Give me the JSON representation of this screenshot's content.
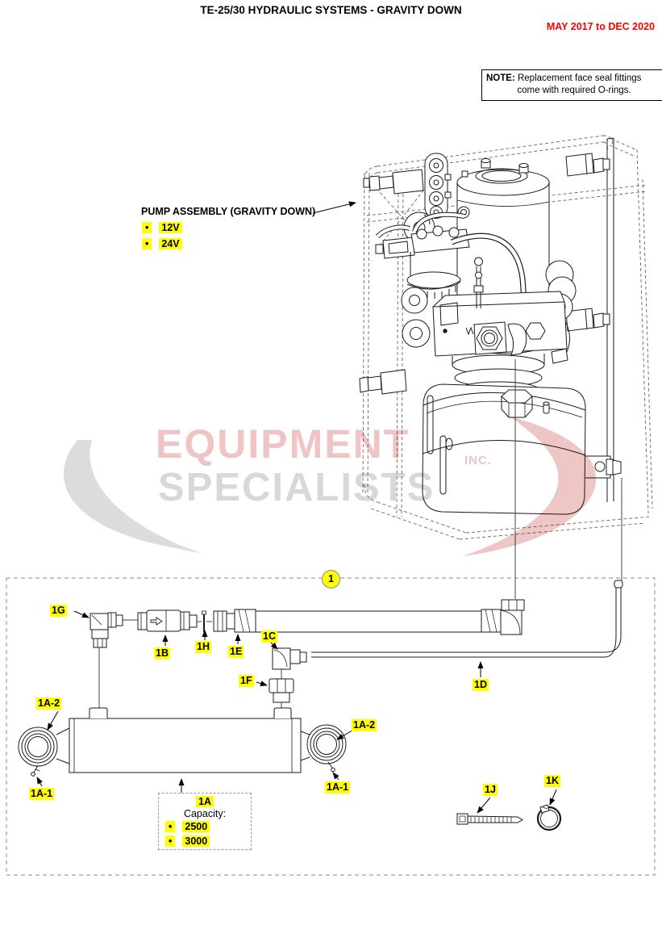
{
  "header": {
    "title": "TE-25/30 HYDRAULIC SYSTEMS - GRAVITY DOWN",
    "date_range": "MAY 2017 to DEC 2020"
  },
  "note": {
    "label": "NOTE:",
    "line1": "Replacement face seal fittings",
    "line2": "come with required O-rings."
  },
  "pump_callout": {
    "title": "PUMP ASSEMBLY (GRAVITY DOWN)",
    "bullet": "•",
    "options": [
      "12V",
      "24V"
    ]
  },
  "watermark": {
    "word1": "EQUIPMENT",
    "word2": "SPECIALISTS",
    "suffix": "INC."
  },
  "assembly_group": {
    "badge": "1"
  },
  "part_labels": {
    "g": "1G",
    "b": "1B",
    "h": "1H",
    "e": "1E",
    "c": "1C",
    "f": "1F",
    "d": "1D",
    "a2_left": "1A-2",
    "a2_right": "1A-2",
    "a1_left": "1A-1",
    "a1_right": "1A-1",
    "j": "1J",
    "k": "1K"
  },
  "capacity_box": {
    "part": "1A",
    "heading": "Capacity:",
    "bullet": "•",
    "options": [
      "2500",
      "3000"
    ]
  },
  "colors": {
    "highlight": "#ffff00",
    "date_red": "#ff0000",
    "watermark_pink": "#eec4c4",
    "watermark_gray": "#d8d8d8",
    "line_art": "#1a1a1a"
  }
}
